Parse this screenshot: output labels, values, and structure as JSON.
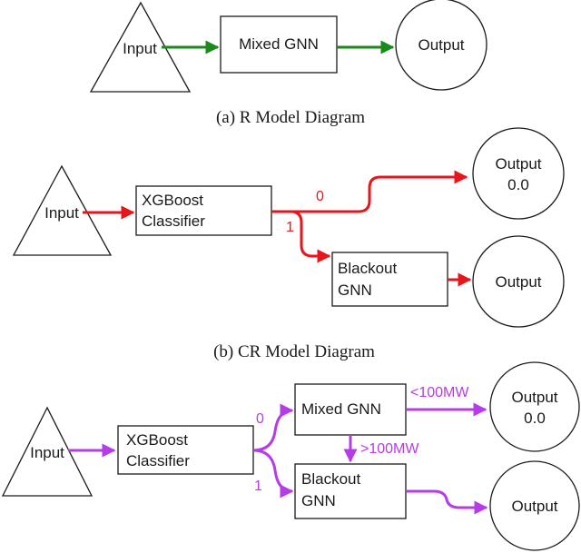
{
  "colors": {
    "green": "#1a8a1a",
    "red": "#e8161b",
    "purple": "#b53ce8",
    "stroke": "#1a1a1a"
  },
  "diagram_a": {
    "input": "Input",
    "model": "Mixed GNN",
    "output": "Output",
    "caption": "(a)  R  Model  Diagram"
  },
  "diagram_b": {
    "input": "Input",
    "classifier": [
      "XGBoost",
      "Classifier"
    ],
    "branch_0": "0",
    "branch_1": "1",
    "output_zero": [
      "Output",
      "0.0"
    ],
    "blackout": [
      "Blackout",
      "GNN"
    ],
    "output": "Output",
    "caption": "(b)  CR  Model  Diagram"
  },
  "diagram_c": {
    "input": "Input",
    "classifier": [
      "XGBoost",
      "Classifier"
    ],
    "branch_0": "0",
    "branch_1": "1",
    "mixed": "Mixed GNN",
    "low_label": "<100MW",
    "high_label": ">100MW",
    "output_zero": [
      "Output",
      "0.0"
    ],
    "blackout": [
      "Blackout",
      "GNN"
    ],
    "output": "Output"
  }
}
